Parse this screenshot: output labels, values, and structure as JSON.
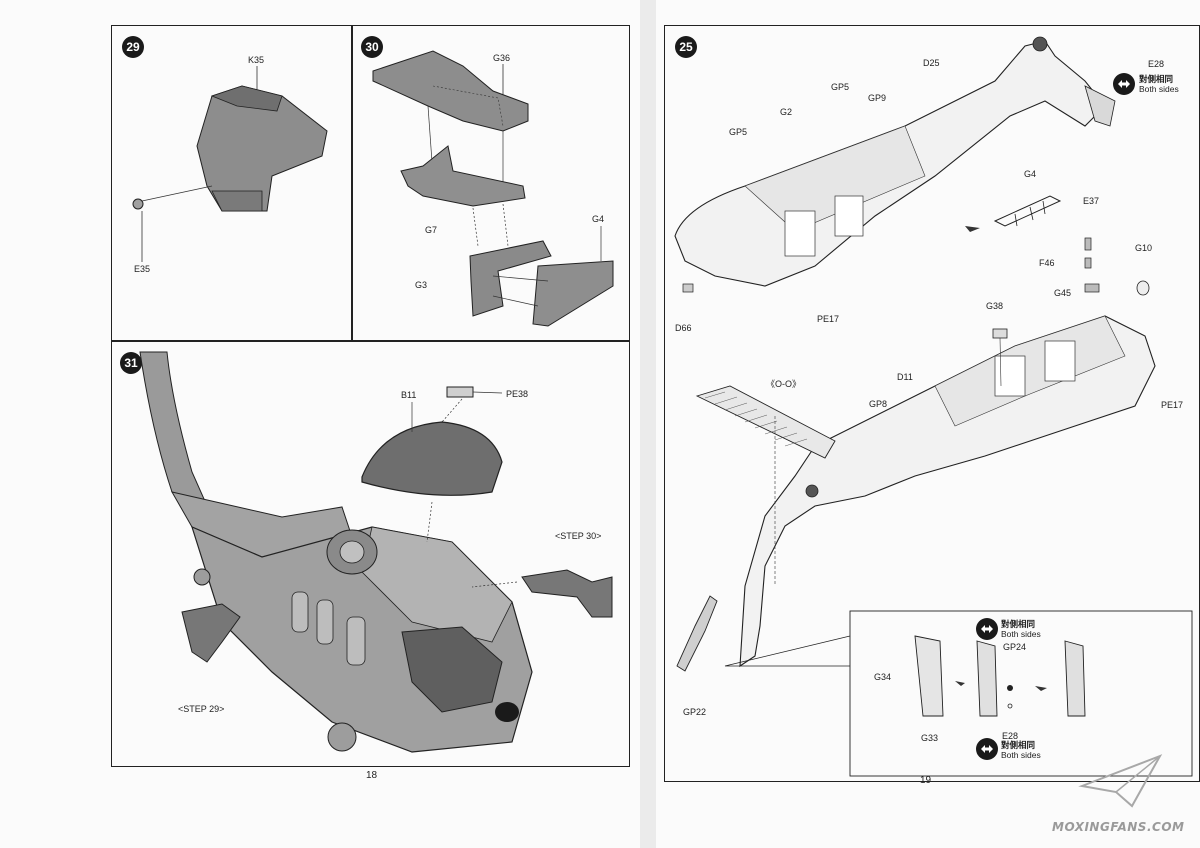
{
  "pages": {
    "left_number": "18",
    "right_number": "19"
  },
  "steps": {
    "s29": {
      "badge": "29",
      "parts": {
        "k35": "K35",
        "e35": "E35"
      }
    },
    "s30": {
      "badge": "30",
      "parts": {
        "g36": "G36",
        "g7": "G7",
        "g3": "G3",
        "g4": "G4"
      }
    },
    "s31": {
      "badge": "31",
      "parts": {
        "b11": "B11",
        "pe38": "PE38"
      },
      "refs": {
        "step30": "<STEP 30>",
        "step29": "<STEP 29>"
      }
    },
    "s25": {
      "badge": "25",
      "parts": {
        "e28_top": "E28",
        "gp5_a": "GP5",
        "gp9": "GP9",
        "d25": "D25",
        "g2": "G2",
        "gp5_b": "GP5",
        "g4": "G4",
        "e37": "E37",
        "f46": "F46",
        "g10": "G10",
        "g45": "G45",
        "d66": "D66",
        "pe17_a": "PE17",
        "g38": "G38",
        "oo": "《O-O》",
        "d11": "D11",
        "gp8": "GP8",
        "pe17_b": "PE17",
        "gp22": "GP22"
      },
      "inset": {
        "g34": "G34",
        "g33": "G33",
        "gp24": "GP24",
        "e28": "E28"
      }
    }
  },
  "both_sides": {
    "cjk": "對側相同",
    "en": "Both sides"
  },
  "watermark": {
    "text": "MOXINGFANS.COM"
  }
}
